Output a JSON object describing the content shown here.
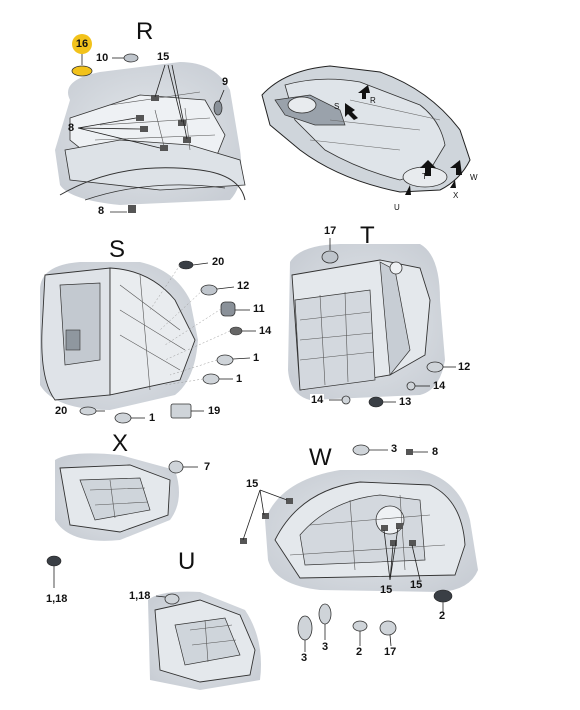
{
  "sections": {
    "R": "R",
    "S": "S",
    "T": "T",
    "X": "X",
    "W": "W",
    "U": "U"
  },
  "arrow_letters": {
    "upper_R": "R",
    "W": "W",
    "X": "X",
    "U": "U",
    "S": "S",
    "T": "T"
  },
  "callouts": {
    "r_16": "16",
    "r_10": "10",
    "r_15": "15",
    "r_9": "9",
    "r_8a": "8",
    "r_8b": "8",
    "s_20a": "20",
    "s_12": "12",
    "s_11": "11",
    "s_14": "14",
    "s_1a": "1",
    "s_1b": "1",
    "s_20b": "20",
    "s_1c": "1",
    "s_19": "19",
    "t_17": "17",
    "t_12": "12",
    "t_14a": "14",
    "t_14b": "14",
    "t_13": "13",
    "x_7": "7",
    "x_118": "1,18",
    "w_3a": "3",
    "w_8": "8",
    "w_15a": "15",
    "w_15b": "15",
    "w_15c": "15",
    "w_2a": "2",
    "w_3b": "3",
    "w_3c": "3",
    "w_2b": "2",
    "w_17": "17",
    "u_118": "1,18"
  },
  "colors": {
    "panel_fill": "#d9dee3",
    "panel_shadow": "#c4cad1",
    "line": "#222222",
    "highlight": "#f2c21b"
  }
}
